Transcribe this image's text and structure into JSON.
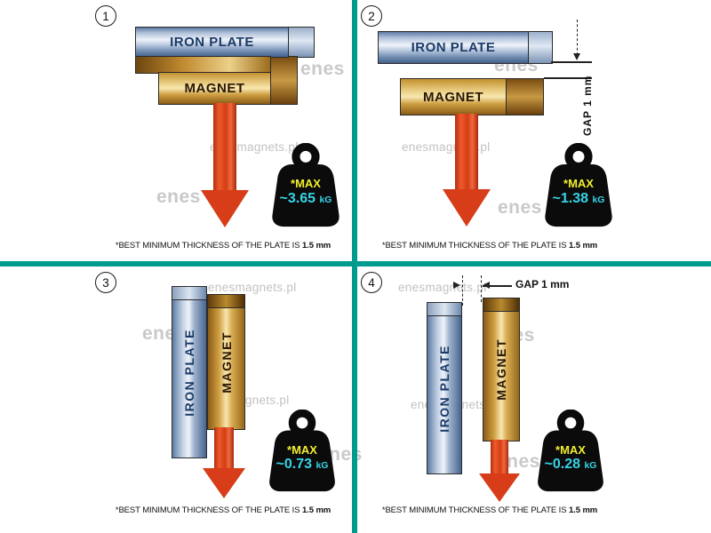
{
  "colors": {
    "divider": "#009b8f",
    "arrow": "#d63d18",
    "max_text": "#f2ee2e",
    "value_text": "#35d4e7",
    "plate_label": "#1b3a68"
  },
  "watermarks": {
    "site": "enesmagnets.pl",
    "logo": "enes"
  },
  "panels": [
    {
      "number": "1",
      "plate_label": "IRON PLATE",
      "magnet_label": "MAGNET",
      "weight": {
        "max": "*MAX",
        "value": "~3.65",
        "unit": "kG"
      },
      "caption": {
        "text": "*BEST MINIMUM THICKNESS OF THE PLATE IS",
        "bold": "1.5 mm"
      }
    },
    {
      "number": "2",
      "plate_label": "IRON PLATE",
      "magnet_label": "MAGNET",
      "gap_label": "GAP  1 mm",
      "weight": {
        "max": "*MAX",
        "value": "~1.38",
        "unit": "kG"
      },
      "caption": {
        "text": "*BEST MINIMUM THICKNESS OF THE PLATE IS",
        "bold": "1.5 mm"
      }
    },
    {
      "number": "3",
      "plate_label": "IRON PLATE",
      "magnet_label": "MAGNET",
      "weight": {
        "max": "*MAX",
        "value": "~0.73",
        "unit": "kG"
      },
      "caption": {
        "text": "*BEST MINIMUM THICKNESS OF THE PLATE IS",
        "bold": "1.5 mm"
      }
    },
    {
      "number": "4",
      "plate_label": "IRON PLATE",
      "magnet_label": "MAGNET",
      "gap_label": "GAP 1 mm",
      "weight": {
        "max": "*MAX",
        "value": "~0.28",
        "unit": "kG"
      },
      "caption": {
        "text": "*BEST MINIMUM THICKNESS OF THE PLATE IS",
        "bold": "1.5 mm"
      }
    }
  ]
}
